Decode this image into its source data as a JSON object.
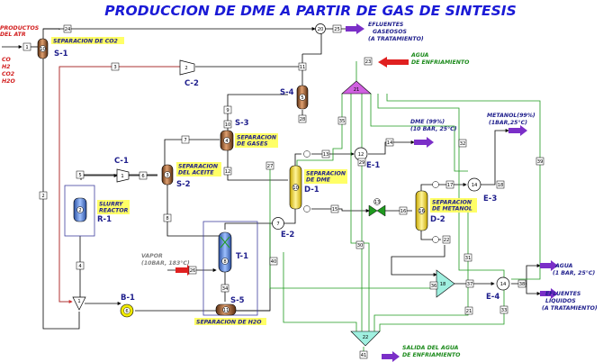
{
  "title": "PRODUCCION DE DME A PARTIR DE GAS DE SINTESIS",
  "inputs": {
    "feed_line1": "PRODUCTOS",
    "feed_line2": "DEL ATR",
    "components": [
      "CO",
      "H2",
      "CO2",
      "H2O"
    ],
    "vapor_line1": "VAPOR",
    "vapor_line2": "(10BAR, 183°C)",
    "agua_line1": "AGUA",
    "agua_line2": "DE ENFRIAMIENTO"
  },
  "outputs": {
    "gases_line1": "EFLUENTES",
    "gases_line2": "GASEOSOS",
    "gases_line3": "(A TRATAMIENTO)",
    "dme_line1": "DME (99%)",
    "dme_line2": "(10 BAR, 25°C)",
    "metanol_line1": "METANOL(99%)",
    "metanol_line2": "(1BAR,25°C)",
    "agua_out_line1": "AGUA",
    "agua_out_line2": "(1 BAR, 25°C)",
    "liq_line1": "EFLUENTES",
    "liq_line2": "LIQUIDOS",
    "liq_line3": "(A TRATAMIENTO)",
    "salida_line1": "SALIDA DEL AGUA",
    "salida_line2": "DE ENFRIAMIENTO"
  },
  "units": {
    "s1_label": "SEPARACION DE CO2",
    "s1_tag": "S-1",
    "c2_tag": "C-2",
    "s4_tag": "S-4",
    "s3_tag": "S-3",
    "s3_line1": "SEPARACION",
    "s3_line2": "DE GASES",
    "c1_tag": "C-1",
    "s2_tag": "S-2",
    "s2_line1": "SEPARACION",
    "s2_line2": "DEL ACEITE",
    "r1_line1": "SLURRY",
    "r1_line2": "REACTOR",
    "r1_tag": "R-1",
    "d1_line1": "SEPARACION",
    "d1_line2": "DE DME",
    "d1_tag": "D-1",
    "e1_tag": "E-1",
    "e2_tag": "E-2",
    "e3_tag": "E-3",
    "e4_tag": "E-4",
    "d2_line1": "SEPARACION",
    "d2_line2": "DE METANOL",
    "d2_tag": "D-2",
    "t1_tag": "T-1",
    "s5_tag": "S-5",
    "s5_label": "SEPARACION DE H2O",
    "b1_tag": "B-1"
  },
  "streams": [
    "1",
    "2",
    "3",
    "4",
    "5",
    "6",
    "7",
    "8",
    "9",
    "10",
    "11",
    "12",
    "13",
    "14",
    "15",
    "16",
    "17",
    "18",
    "19",
    "20",
    "21",
    "22",
    "23",
    "24",
    "25",
    "26",
    "27",
    "28",
    "29",
    "30",
    "31",
    "32",
    "33",
    "34",
    "35",
    "36",
    "37",
    "38",
    "39",
    "40",
    "41"
  ]
}
